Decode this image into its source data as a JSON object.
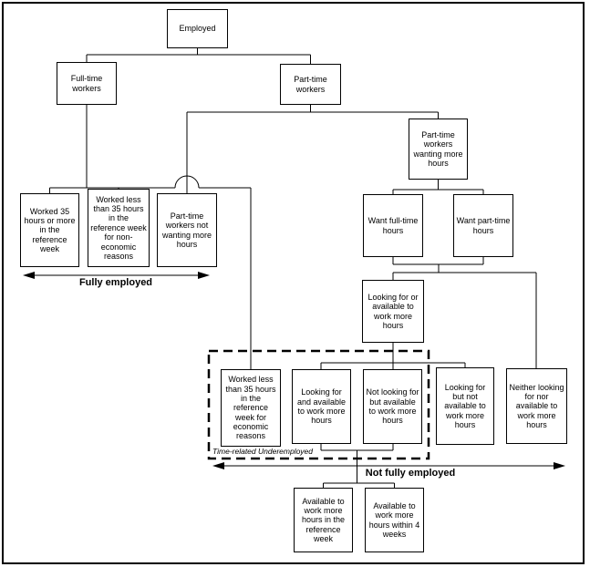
{
  "diagram": {
    "nodes": {
      "employed": {
        "label": "Employed"
      },
      "full_time_workers": {
        "label": "Full-time workers"
      },
      "part_time_workers": {
        "label": "Part-time workers"
      },
      "part_time_wanting": {
        "label": "Part-time workers wanting more hours"
      },
      "worked_35_or_more": {
        "label": "Worked 35 hours or more in the reference week"
      },
      "worked_less_non_economic": {
        "label": "Worked less than 35 hours in the reference week for non-economic reasons"
      },
      "part_time_not_wanting": {
        "label": "Part-time workers not wanting more hours"
      },
      "want_full_time": {
        "label": "Want full-time hours"
      },
      "want_part_time": {
        "label": "Want part-time hours"
      },
      "looking_or_available": {
        "label": "Looking for or available to work more hours"
      },
      "worked_less_economic": {
        "label": "Worked less than 35 hours in the reference week for economic reasons"
      },
      "looking_and_available": {
        "label": "Looking for and available to work more hours"
      },
      "not_looking_but_available": {
        "label": "Not looking for but available to work more hours"
      },
      "looking_but_not_available": {
        "label": "Looking for but not available to work more hours"
      },
      "neither_looking_nor_available": {
        "label": "Neither looking for nor available to work more hours"
      },
      "available_reference_week": {
        "label": "Available to work more hours in the reference week"
      },
      "available_4_weeks": {
        "label": "Available to work more hours within 4 weeks"
      }
    },
    "annotations": {
      "fully_employed": "Fully employed",
      "not_fully_employed": "Not fully employed",
      "time_related_underemployed": "Time-related Underemployed"
    },
    "colors": {
      "line": "#000000",
      "background": "#ffffff"
    }
  }
}
